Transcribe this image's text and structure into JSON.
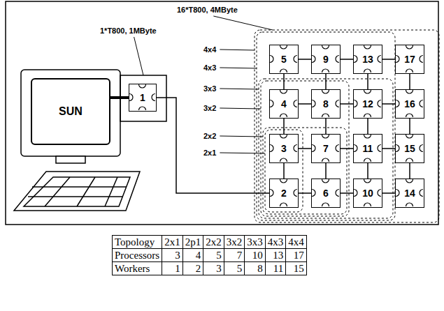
{
  "diagram": {
    "nodes": [
      {
        "text": [
          "SUN"
        ]
      },
      {
        "text": [
          "1"
        ]
      },
      {
        "text": [
          "5"
        ]
      },
      {
        "text": [
          "9"
        ]
      },
      {
        "text": [
          "13"
        ]
      },
      {
        "text": [
          "17"
        ]
      },
      {
        "text": [
          "4"
        ]
      },
      {
        "text": [
          "8"
        ]
      },
      {
        "text": [
          "12"
        ]
      },
      {
        "text": [
          "16"
        ]
      },
      {
        "text": [
          "3"
        ]
      },
      {
        "text": [
          "7"
        ]
      },
      {
        "text": [
          "11"
        ]
      },
      {
        "text": [
          "15"
        ]
      },
      {
        "text": [
          "2"
        ]
      },
      {
        "text": [
          "6"
        ]
      },
      {
        "text": [
          "10"
        ]
      },
      {
        "text": [
          "14"
        ]
      }
    ],
    "edges": [
      {
        "from": 0,
        "to": 1,
        "arrow": "none"
      },
      {
        "from": 1,
        "to": 14,
        "arrow": "none"
      },
      {
        "from": 2,
        "to": 3,
        "arrow": "none"
      },
      {
        "from": 3,
        "to": 4,
        "arrow": "none"
      },
      {
        "from": 4,
        "to": 5,
        "arrow": "none"
      },
      {
        "from": 6,
        "to": 7,
        "arrow": "none"
      },
      {
        "from": 7,
        "to": 8,
        "arrow": "none"
      },
      {
        "from": 8,
        "to": 9,
        "arrow": "none"
      },
      {
        "from": 10,
        "to": 11,
        "arrow": "none"
      },
      {
        "from": 11,
        "to": 12,
        "arrow": "none"
      },
      {
        "from": 12,
        "to": 13,
        "arrow": "none"
      },
      {
        "from": 14,
        "to": 15,
        "arrow": "none"
      },
      {
        "from": 15,
        "to": 16,
        "arrow": "none"
      },
      {
        "from": 16,
        "to": 17,
        "arrow": "none"
      },
      {
        "from": 14,
        "to": 10,
        "arrow": "none"
      },
      {
        "from": 10,
        "to": 6,
        "arrow": "none"
      },
      {
        "from": 6,
        "to": 2,
        "arrow": "none"
      },
      {
        "from": 15,
        "to": 11,
        "arrow": "none"
      },
      {
        "from": 11,
        "to": 7,
        "arrow": "none"
      },
      {
        "from": 7,
        "to": 3,
        "arrow": "none"
      },
      {
        "from": 16,
        "to": 12,
        "arrow": "none"
      },
      {
        "from": 12,
        "to": 8,
        "arrow": "none"
      },
      {
        "from": 8,
        "to": 4,
        "arrow": "none"
      },
      {
        "from": 17,
        "to": 13,
        "arrow": "none"
      },
      {
        "from": 13,
        "to": 9,
        "arrow": "none"
      },
      {
        "from": 9,
        "to": 5,
        "arrow": "none"
      }
    ],
    "labels": [
      "16*T800, 4MByte",
      "1*T800, 1MByte",
      "4x4",
      "4x3",
      "3x3",
      "3x2",
      "2x2",
      "2x1",
      "Topology",
      "2x1",
      "2p1",
      "2x2",
      "3x2",
      "3x3",
      "4x3",
      "4x4",
      "Processors",
      "3",
      "4",
      "5",
      "7",
      "10",
      "13",
      "17",
      "Workers",
      "1",
      "2",
      "3",
      "5",
      "8",
      "11",
      "15"
    ]
  }
}
